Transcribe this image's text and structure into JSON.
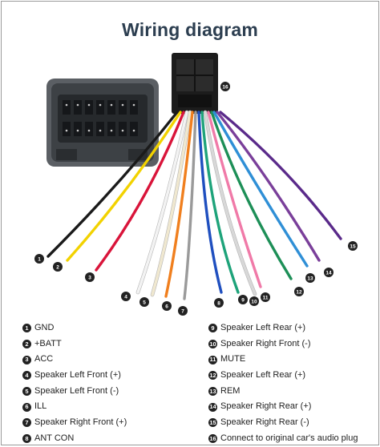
{
  "title": "Wiring diagram",
  "connector_marker": "16",
  "wires": [
    {
      "num": "1",
      "label": "GND",
      "color": "#1a1a1a"
    },
    {
      "num": "2",
      "label": "+BATT",
      "color": "#f2d200"
    },
    {
      "num": "3",
      "label": "ACC",
      "color": "#d9143a"
    },
    {
      "num": "4",
      "label": "Speaker Left Front (+)",
      "color": "#f3f3f3"
    },
    {
      "num": "5",
      "label": "Speaker Left Front (-)",
      "color": "#f0e8d0"
    },
    {
      "num": "6",
      "label": "ILL",
      "color": "#f07f1e"
    },
    {
      "num": "7",
      "label": "Speaker Right Front (+)",
      "color": "#9a9a9a"
    },
    {
      "num": "8",
      "label": "ANT CON",
      "color": "#1f4fbf"
    },
    {
      "num": "9",
      "label": "Speaker Left Rear (+)",
      "color": "#1ea37a"
    },
    {
      "num": "10",
      "label": "Speaker Right Front (-)",
      "color": "#d8d8d8"
    },
    {
      "num": "11",
      "label": "MUTE",
      "color": "#f07aa8"
    },
    {
      "num": "12",
      "label": "Speaker Left Rear (+)",
      "color": "#1d8f57"
    },
    {
      "num": "13",
      "label": "REM",
      "color": "#2f8fd6"
    },
    {
      "num": "14",
      "label": "Speaker Right Rear (+)",
      "color": "#7a3f9a"
    },
    {
      "num": "15",
      "label": "Speaker Right Rear (-)",
      "color": "#5a2a8a"
    },
    {
      "num": "16",
      "label": "Connect to original car's audio plug",
      "color": ""
    }
  ]
}
